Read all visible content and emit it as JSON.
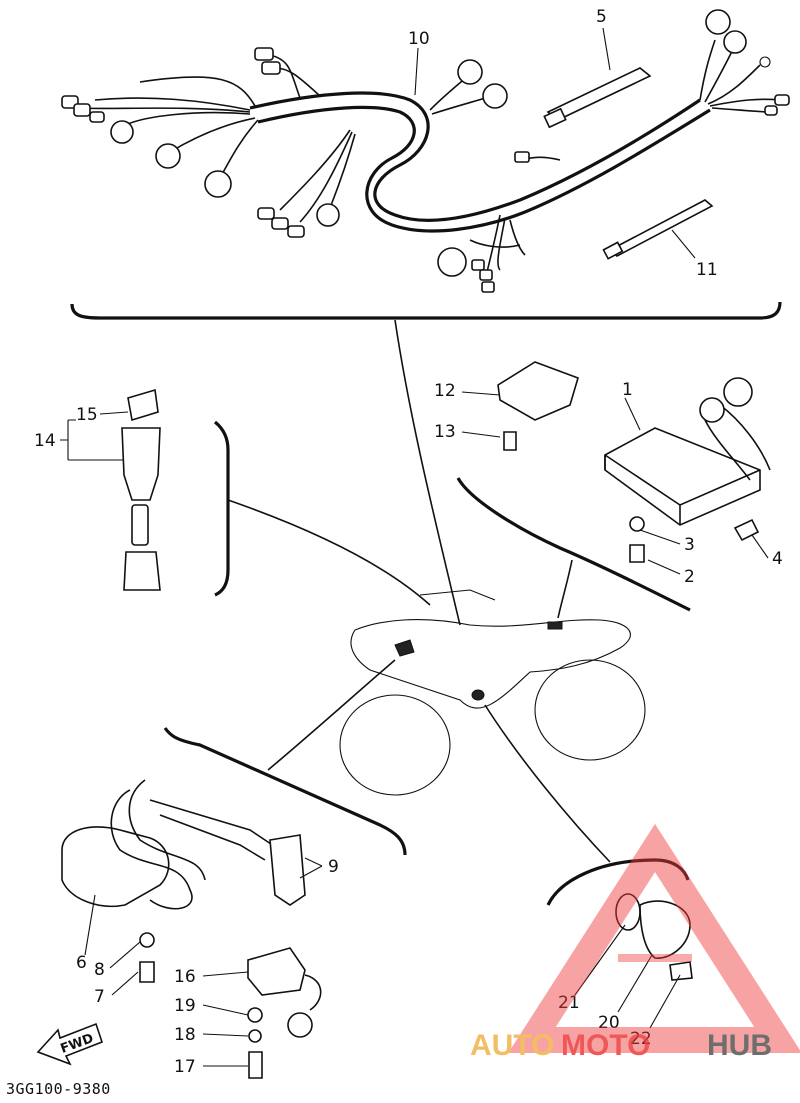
{
  "diagram_code": "3GG100-9380",
  "fwd_label": "FWD",
  "watermark": {
    "part1": "AUTO",
    "part2": "MOTO",
    "part3": "HUB",
    "color1": "#f2b24a",
    "color2": "#ee3b3b",
    "color3": "#555555"
  },
  "callouts": [
    "1",
    "2",
    "3",
    "4",
    "5",
    "6",
    "7",
    "8",
    "9",
    "10",
    "11",
    "12",
    "13",
    "14",
    "15",
    "16",
    "17",
    "18",
    "19",
    "20",
    "21",
    "22"
  ]
}
